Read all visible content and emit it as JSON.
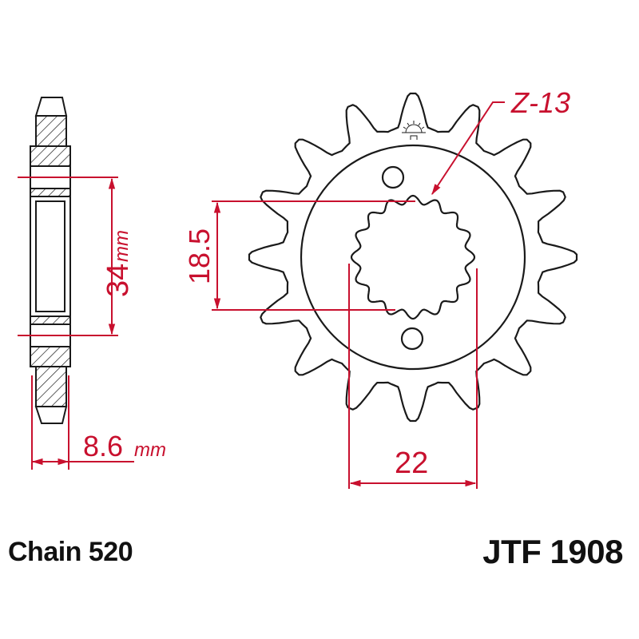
{
  "drawing": {
    "title": "Front sprocket technical drawing",
    "colors": {
      "outline": "#1a1a1a",
      "dimension": "#c8102e",
      "background": "#ffffff"
    }
  },
  "side_view": {
    "hub_width_label": "34",
    "hub_width_unit": "mm",
    "thickness_label": "8.6",
    "thickness_unit": "mm"
  },
  "front_view": {
    "teeth_label": "Z-13",
    "teeth_count_drawn": 16,
    "spline_height_label": "18.5",
    "spline_width_label": "22",
    "bolt_holes": 2,
    "logo_icon": "sun-logo-icon"
  },
  "footer": {
    "chain_label": "Chain 520",
    "part_number": "JTF 1908"
  }
}
